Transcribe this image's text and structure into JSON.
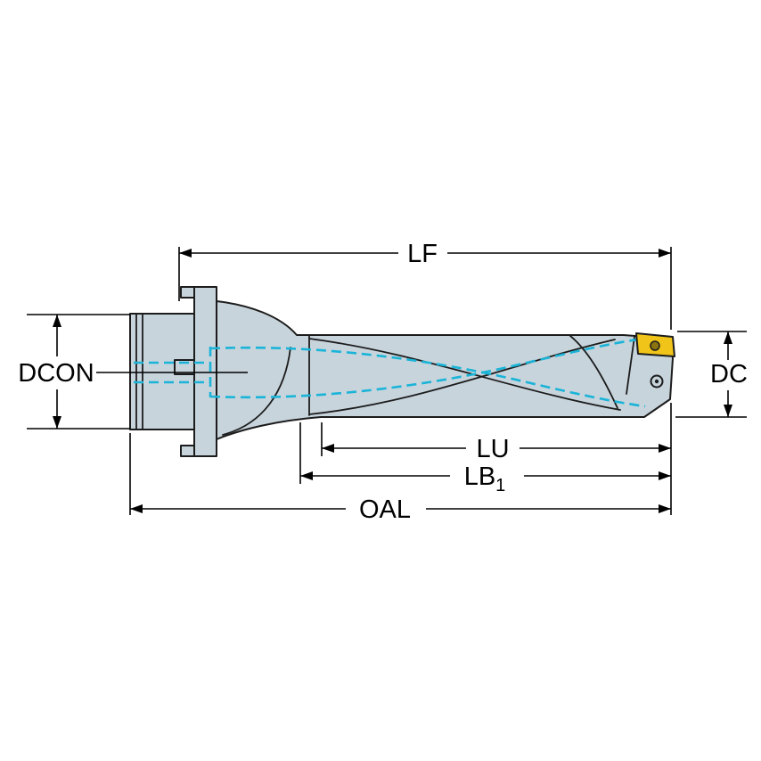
{
  "labels": {
    "lf": "LF",
    "dcon": "DCON",
    "dc": "DC",
    "lu": "LU",
    "lb": "LB",
    "lb_sub": "1",
    "oal": "OAL"
  },
  "colors": {
    "outline": "#1c1c1c",
    "body": "#c7d4dc",
    "body-dark": "#b4c4ce",
    "coolant": "#1ab4d8",
    "insert": "#f0c419",
    "insert-hole": "#8a7410",
    "dimension": "#000000",
    "background": "#ffffff"
  }
}
